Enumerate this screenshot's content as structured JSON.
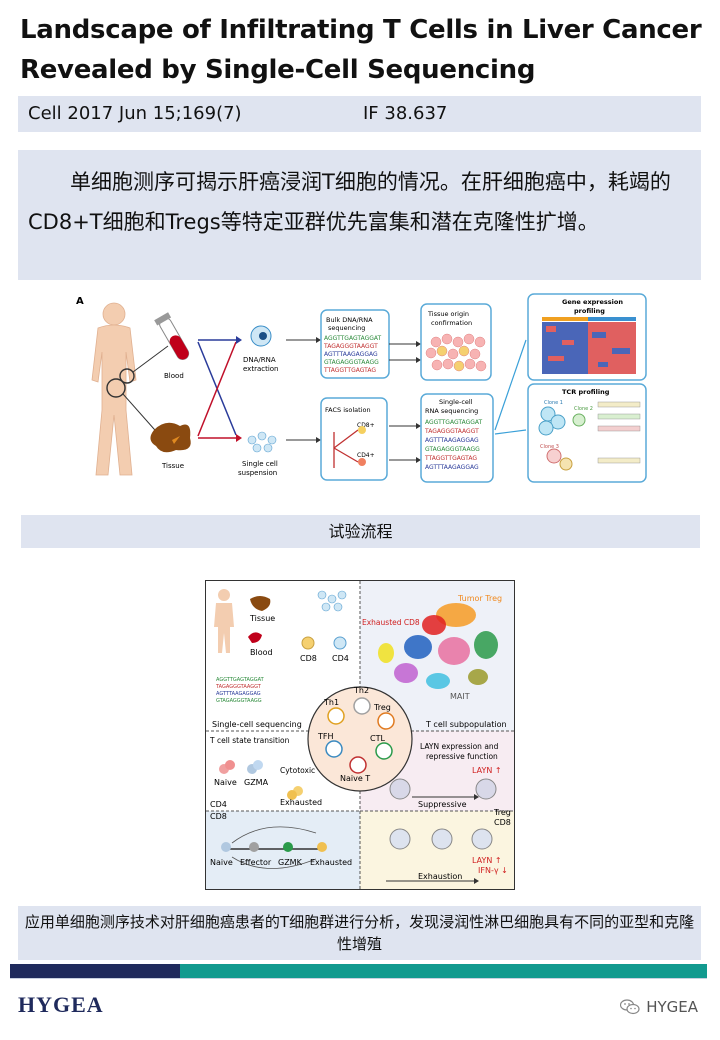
{
  "title": {
    "line1": "Landscape of Infiltrating T Cells in Liver Cancer",
    "line2": "Revealed by Single-Cell Sequencing"
  },
  "reference": {
    "journal": "Cell 2017 Jun 15;169(7)",
    "impact_factor": "IF 38.637"
  },
  "summary": "单细胞测序可揭示肝癌浸润T细胞的情况。在肝细胞癌中，耗竭的CD8+T细胞和Tregs等特定亚群优先富集和潜在克隆性扩增。",
  "figure1": {
    "panel_letter": "A",
    "blood": "Blood",
    "tissue": "Tissue",
    "dna_rna": "DNA/RNA",
    "extraction": "extraction",
    "single_cell": "Single cell",
    "suspension": "suspension",
    "bulk_line1": "Bulk DNA/RNA",
    "bulk_line2": "sequencing",
    "facs": "FACS isolation",
    "cd8p": "CD8+",
    "cd4p": "CD4+",
    "tissue_origin1": "Tissue origin",
    "tissue_origin2": "confirmation",
    "sc_seq1": "Single-cell",
    "sc_seq2": "RNA sequencing",
    "gene_expr1": "Gene expression",
    "gene_expr2": "profiling",
    "tcr": "TCR profiling",
    "clone1": "Clone 1",
    "clone2": "Clone 2",
    "clone3": "Clone 3",
    "seq_lines": [
      "AGGTTGAGTAGGAT",
      "TAGAGGGTAAGGT",
      "AGTTTAAGAGGAG",
      "GTAGAGGGTAAGG",
      "TTAGGTTGAGTAG"
    ]
  },
  "caption1": "试验流程",
  "figure2": {
    "tissue": "Tissue",
    "blood": "Blood",
    "cd8": "CD8",
    "cd4": "CD4",
    "tumor_treg": "Tumor Treg",
    "exhausted_cd8": "Exhausted CD8",
    "mait": "MAIT",
    "single_cell_seq": "Single-cell sequencing",
    "t_cell_subpop": "T cell subpopulation",
    "th2": "Th2",
    "th1": "Th1",
    "treg": "Treg",
    "ctl": "CTL",
    "tfh": "TFH",
    "naive_t": "Naive T",
    "state_transition": "T cell state transition",
    "cytotoxic": "Cytotoxic",
    "naive": "Naive",
    "gzma": "GZMA",
    "exhausted": "Exhausted",
    "cd4_label": "CD4",
    "cd8_label": "CD8",
    "effector": "Effector",
    "gzmk": "GZMK",
    "layn_title1": "LAYN expression and",
    "layn_title2": "repressive function",
    "layn_up": "LAYN ↑",
    "suppressive": "Suppressive",
    "treg_label": "Treg",
    "cd8_label2": "CD8",
    "ifn": "IFN-γ ↓",
    "exhaustion": "Exhaustion"
  },
  "caption2": "应用单细胞测序技术对肝细胞癌患者的T细胞群进行分析，发现浸润性淋巴细胞具有不同的亚型和克隆性增殖",
  "footer": {
    "brand": "HYGEA",
    "wechat_label": "HYGEA"
  },
  "colors": {
    "band": "#dfe4f0",
    "navy": "#1f2a5c",
    "teal": "#129a8f"
  }
}
